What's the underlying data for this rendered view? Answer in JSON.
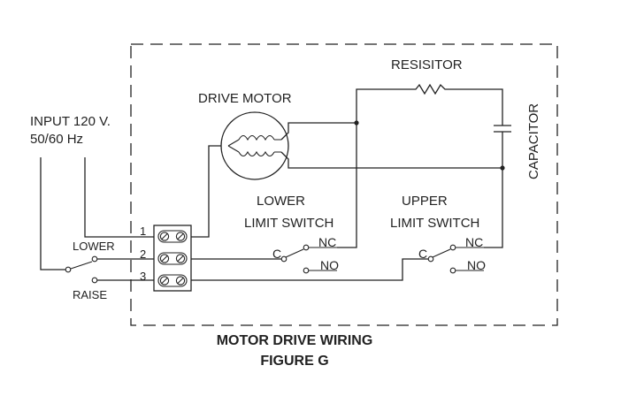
{
  "input": {
    "line1": "INPUT 120 V.",
    "line2": "50/60 Hz"
  },
  "selector": {
    "lower": "LOWER",
    "raise": "RAISE"
  },
  "terminals": [
    "1",
    "2",
    "3"
  ],
  "motor": {
    "label": "DRIVE MOTOR"
  },
  "resistor": {
    "label": "RESISITOR"
  },
  "capacitor": {
    "label": "CAPACITOR"
  },
  "lower_switch": {
    "line1": "LOWER",
    "line2": "LIMIT SWITCH",
    "common": "C",
    "nc": "NC",
    "no": "NO"
  },
  "upper_switch": {
    "line1": "UPPER",
    "line2": "LIMIT SWITCH",
    "common": "C",
    "nc": "NC",
    "no": "NO"
  },
  "caption": {
    "title": "MOTOR DRIVE WIRING",
    "subtitle": "FIGURE G"
  }
}
